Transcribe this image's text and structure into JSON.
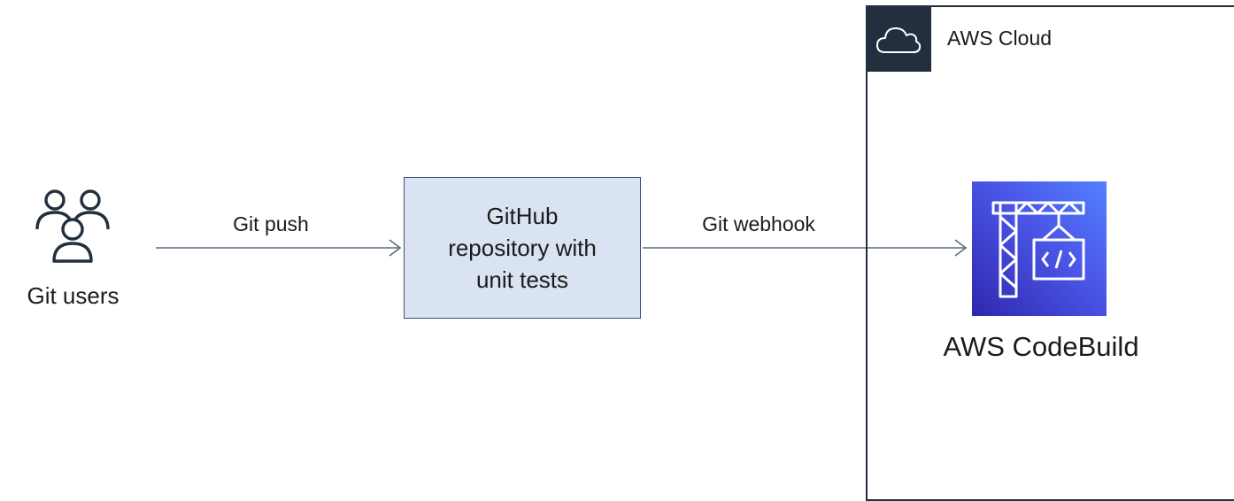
{
  "actors": {
    "git_users": {
      "label": "Git users",
      "icon": "users-icon"
    }
  },
  "connections": {
    "git_push": {
      "label": "Git push"
    },
    "git_webhook": {
      "label": "Git webhook"
    }
  },
  "nodes": {
    "repository": {
      "label": "GitHub\nrepository with\nunit tests",
      "fill": "#dae3f1",
      "border": "#39547e"
    },
    "codebuild": {
      "label": "AWS CodeBuild",
      "icon": "codebuild-icon"
    }
  },
  "groups": {
    "aws_cloud": {
      "label": "AWS Cloud",
      "icon": "cloud-icon",
      "border": "#232f3e"
    }
  }
}
